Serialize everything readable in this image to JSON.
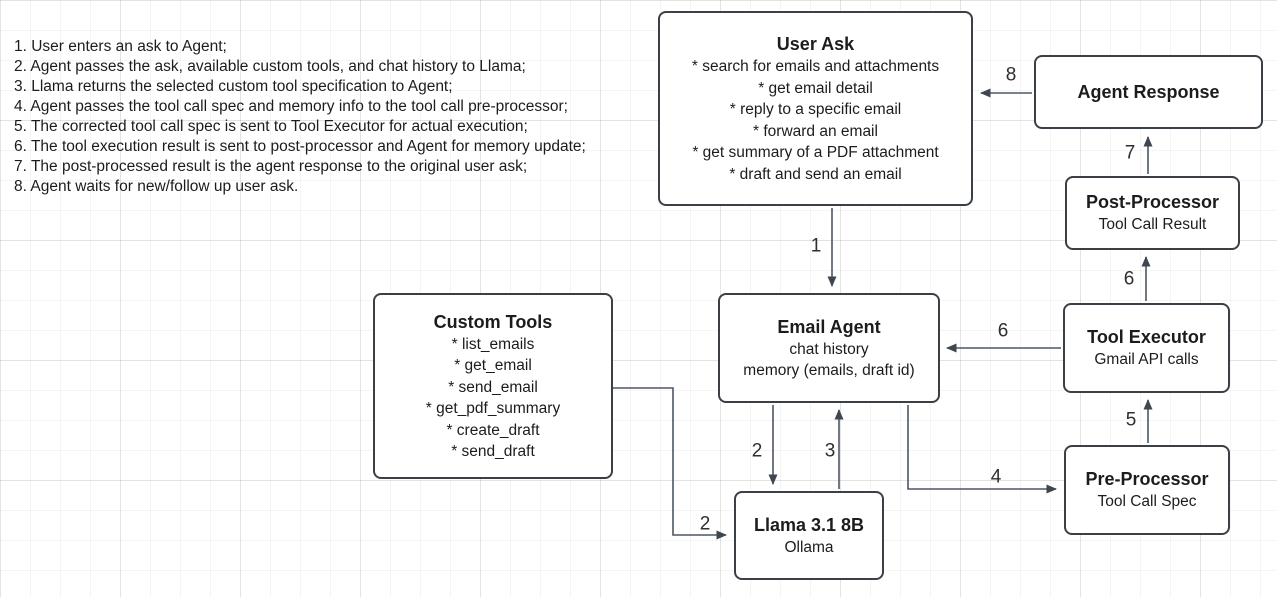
{
  "steps": [
    "1. User enters an ask to Agent;",
    "2. Agent passes the ask, available custom tools, and chat history to Llama;",
    "3. Llama returns the selected custom tool specification to Agent;",
    "4. Agent passes the tool call spec and memory info to the tool call pre-processor;",
    "5. The corrected tool call spec is sent to Tool Executor for actual execution;",
    "6. The tool execution result is sent to post-processor and Agent for memory update;",
    "7. The post-processed result is the agent response to the original user ask;",
    "8. Agent waits for new/follow up user ask."
  ],
  "nodes": {
    "user_ask": {
      "title": "User Ask",
      "lines": [
        "* search for emails and attachments",
        "* get email detail",
        "* reply to a specific email",
        "* forward an email",
        "* get summary of a PDF attachment",
        "* draft and send an email"
      ]
    },
    "agent_response": {
      "title": "Agent Response"
    },
    "post_processor": {
      "title": "Post-Processor",
      "subtitle": "Tool Call Result"
    },
    "email_agent": {
      "title": "Email Agent",
      "lines": [
        "chat history",
        "memory (emails, draft id)"
      ]
    },
    "tool_executor": {
      "title": "Tool Executor",
      "subtitle": "Gmail API calls"
    },
    "custom_tools": {
      "title": "Custom Tools",
      "lines": [
        "* list_emails",
        "* get_email",
        "* send_email",
        "* get_pdf_summary",
        "* create_draft",
        "* send_draft"
      ]
    },
    "pre_processor": {
      "title": "Pre-Processor",
      "subtitle": "Tool Call Spec"
    },
    "llama": {
      "title": "Llama 3.1 8B",
      "subtitle": "Ollama"
    }
  },
  "edge_labels": {
    "s1": "1",
    "s2_agent_to_llama": "2",
    "s2_tools_to_llama": "2",
    "s3": "3",
    "s4": "4",
    "s5": "5",
    "s6_to_agent": "6",
    "s6_to_post": "6",
    "s7": "7",
    "s8": "8"
  },
  "colors": {
    "node_border": "#3a4046",
    "node_fill": "#ffffff",
    "arrow": "#4d5663",
    "grid_line": "#ebebeb"
  }
}
